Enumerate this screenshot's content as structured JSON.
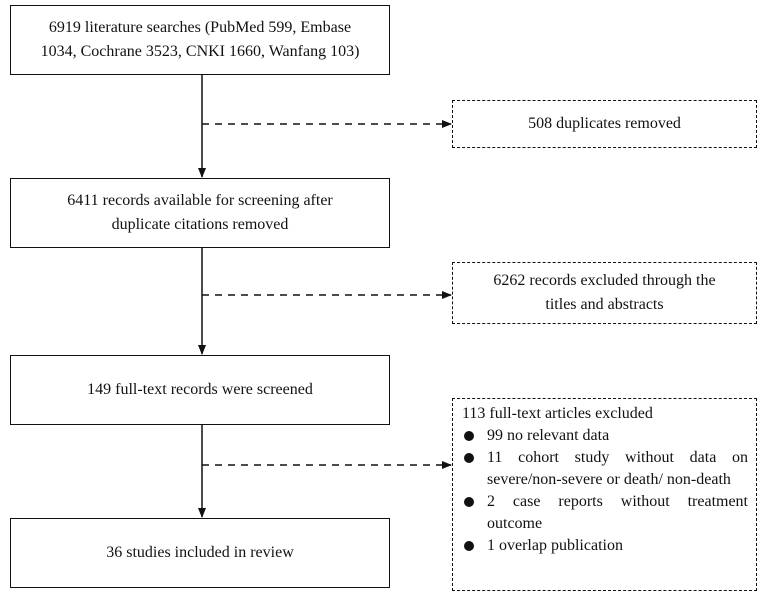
{
  "flow": {
    "search_line1": "6919 literature searches (PubMed 599, Embase",
    "search_line2": "1034, Cochrane 3523, CNKI 1660, Wanfang 103)",
    "screening_line1": "6411 records available for screening after",
    "screening_line2": "duplicate citations removed",
    "fulltext": "149 full-text records were screened",
    "included": "36 studies included in review"
  },
  "exclusions": {
    "duplicates": "508 duplicates removed",
    "titles_line1": "6262 records excluded through the",
    "titles_line2": "titles and abstracts",
    "fulltext_header": "113 full-text articles excluded",
    "fulltext_reasons": [
      "99 no relevant data",
      "11 cohort study without data on severe/non-severe or death/ non-death",
      "2 case reports without treatment outcome",
      "1 overlap publication"
    ]
  }
}
